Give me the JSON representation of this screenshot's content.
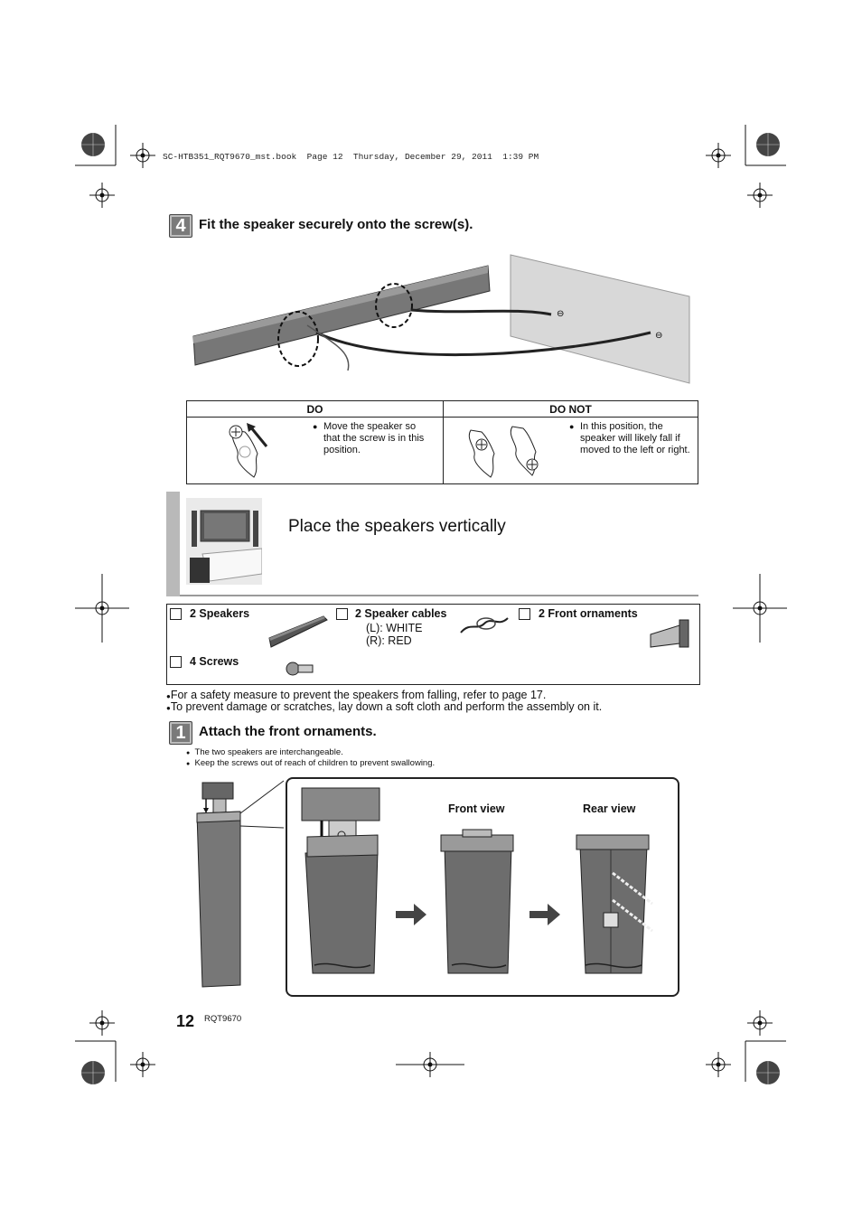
{
  "print_header": "SC-HTB351_RQT9670_mst.book  Page 12  Thursday, December 29, 2011  1:39 PM",
  "step4": {
    "number": "4",
    "title": "Fit the speaker securely onto the screw(s)."
  },
  "do_table": {
    "do_header": "DO",
    "dont_header": "DO NOT",
    "do_note": [
      "Move the speaker so",
      "that the screw is in this",
      "position."
    ],
    "dont_note": [
      "In this position, the",
      "speaker will likely fall if",
      "moved to the left or right."
    ]
  },
  "section": {
    "title": "Place the speakers vertically"
  },
  "parts": {
    "speakers": "2 Speakers",
    "cables": "2 Speaker cables",
    "cable_left": "(L): WHITE",
    "cable_right": "(R): RED",
    "ornaments": "2 Front ornaments",
    "screws": "4 Screws"
  },
  "bullets": [
    "For a safety measure to prevent the speakers from falling, refer to page 17.",
    "To prevent damage or scratches, lay down a soft cloth and perform the assembly on it."
  ],
  "step1": {
    "number": "1",
    "title": "Attach the front ornaments.",
    "notes": [
      "The two speakers are interchangeable.",
      "Keep the screws out of reach of children to prevent swallowing."
    ]
  },
  "views": {
    "front": "Front view",
    "rear": "Rear view"
  },
  "footer": {
    "page_number": "12",
    "doc_code": "RQT9670"
  }
}
